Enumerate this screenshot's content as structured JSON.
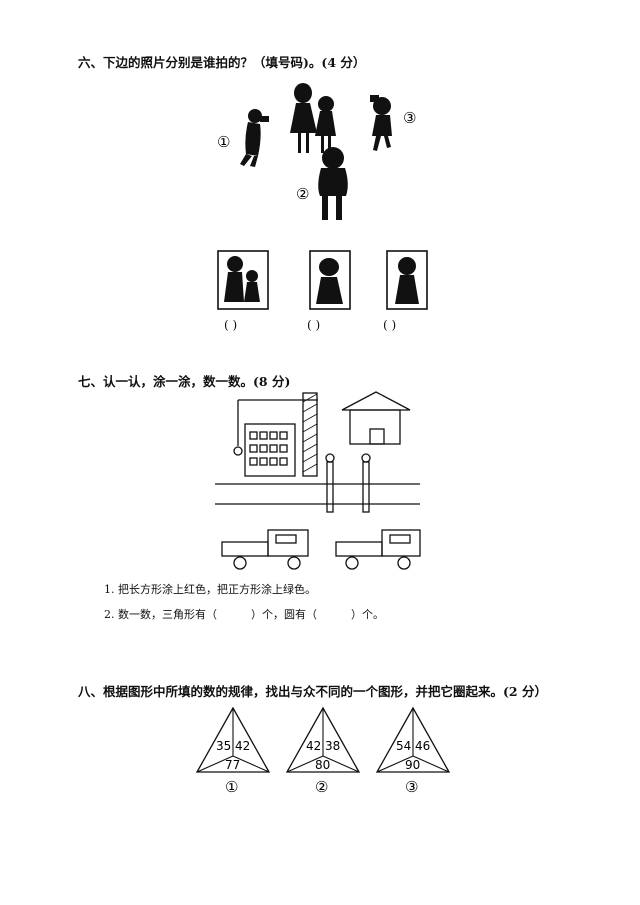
{
  "section6": {
    "title": "六、下边的照片分别是谁拍的？（填号码)。(4 分）",
    "markers": [
      "①",
      "②",
      "③"
    ],
    "answer_slots": [
      "(      )",
      "(      )",
      "(      )"
    ]
  },
  "section7": {
    "title": "七、认一认，涂一涂，数一数。(8 分)",
    "task1": "1. 把长方形涂上红色，把正方形涂上绿色。",
    "task2_a": "2. 数一数，三角形有（",
    "task2_b": "）个，圆有（",
    "task2_c": "）个。"
  },
  "section8": {
    "title": "八、根据图形中所填的数的规律，找出与众不同的一个图形，并把它圈起来。(2 分）",
    "triangles": [
      {
        "left": "35",
        "right": "42",
        "bottom": "77",
        "label": "①"
      },
      {
        "left": "42",
        "right": "38",
        "bottom": "80",
        "label": "②"
      },
      {
        "left": "54",
        "right": "46",
        "bottom": "90",
        "label": "③"
      }
    ]
  }
}
